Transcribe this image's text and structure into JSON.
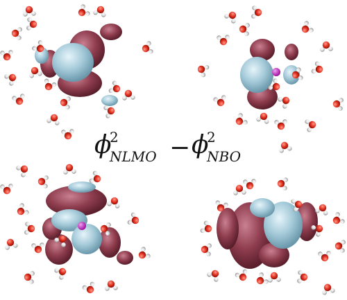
{
  "formula": {
    "symbol": "ϕ",
    "exponent": "2",
    "first_subscript": "NLMO",
    "operator": "−",
    "second_subscript": "NBO"
  },
  "colors": {
    "positive_lobe": "#a3c9d8",
    "negative_lobe": "#8e3d4e",
    "oxygen": "#e03020",
    "hydrogen": "#d8d8d8",
    "central_atom": "#c020c0",
    "background": "#ffffff"
  },
  "panels": [
    {
      "id": "top-left",
      "content": "orbital density difference isosurface with water molecules"
    },
    {
      "id": "top-right",
      "content": "orbital density difference isosurface with water molecules"
    },
    {
      "id": "bottom-left",
      "content": "orbital density difference isosurface with water molecules"
    },
    {
      "id": "bottom-right",
      "content": "orbital density difference isosurface with water molecules"
    }
  ]
}
